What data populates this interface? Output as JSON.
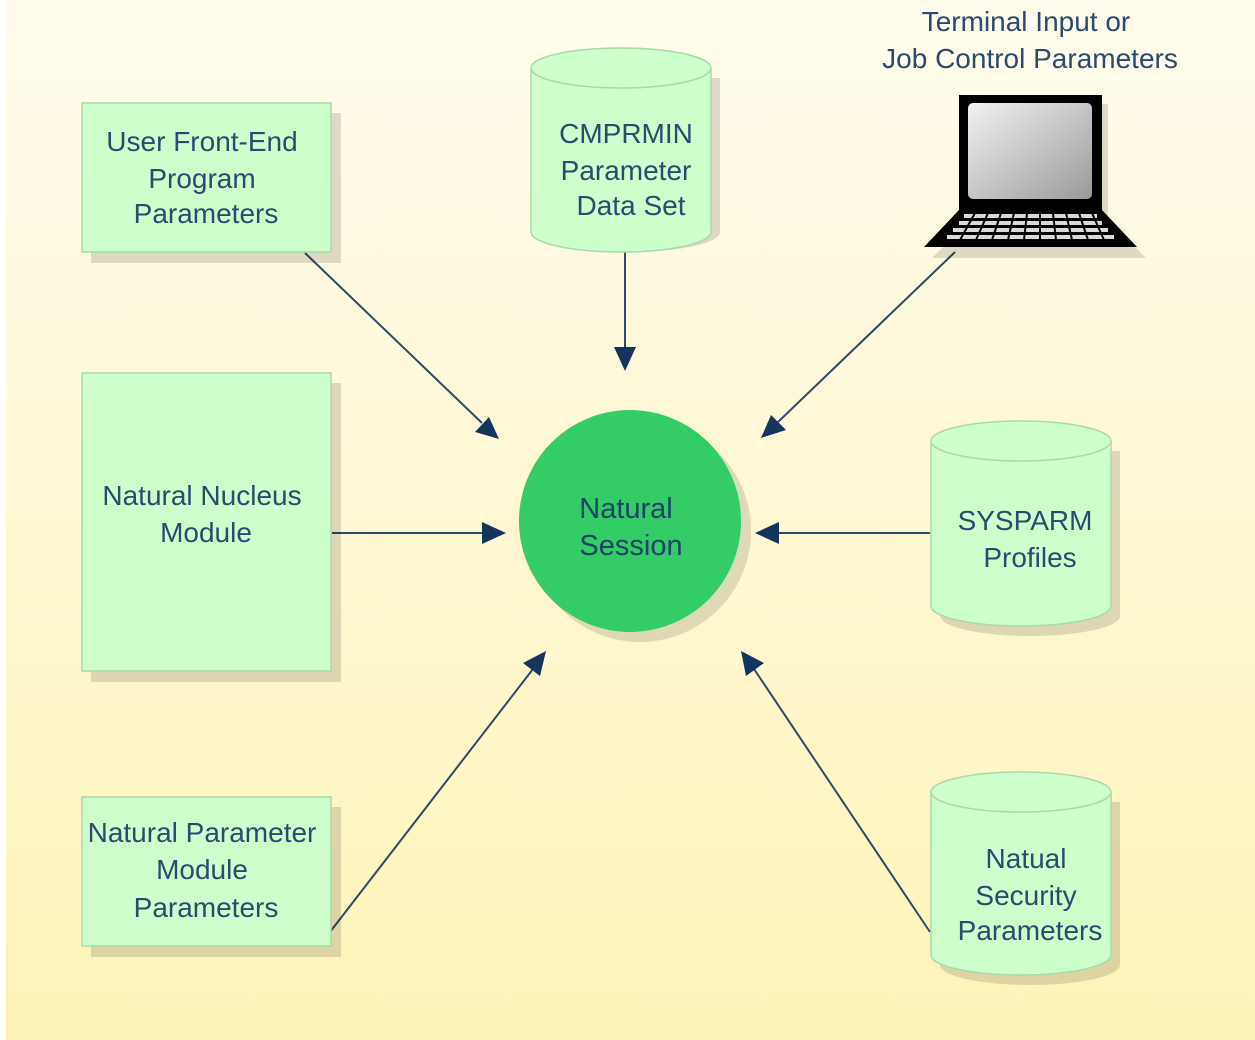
{
  "colors": {
    "background_top": "#fffcee",
    "background_bottom": "#fdf3b8",
    "node_fill": "#ccffcc",
    "center_fill": "#33cc66",
    "text": "#2b4a6e",
    "arrow": "#15345c"
  },
  "nodes": {
    "user_front_end": {
      "shape": "rectangle",
      "lines": [
        "User Front-End",
        "Program",
        "Parameters"
      ]
    },
    "cmprmin": {
      "shape": "cylinder",
      "lines": [
        "CMPRMIN",
        "Parameter",
        "Data Set"
      ]
    },
    "terminal": {
      "shape": "terminal-icon",
      "lines": [
        "Terminal Input or",
        "Job Control Parameters"
      ]
    },
    "nucleus": {
      "shape": "rectangle",
      "lines": [
        "Natural Nucleus",
        "Module"
      ]
    },
    "session": {
      "shape": "circle",
      "lines": [
        "Natural",
        "Session"
      ]
    },
    "sysparm": {
      "shape": "cylinder",
      "lines": [
        "SYSPARM",
        "Profiles"
      ]
    },
    "parameter_module": {
      "shape": "rectangle",
      "lines": [
        "Natural Parameter",
        "Module",
        "Parameters"
      ]
    },
    "security": {
      "shape": "cylinder",
      "lines": [
        "Natual",
        "Security",
        "Parameters"
      ]
    }
  },
  "edges": [
    {
      "from": "user_front_end",
      "to": "session"
    },
    {
      "from": "cmprmin",
      "to": "session"
    },
    {
      "from": "terminal",
      "to": "session"
    },
    {
      "from": "nucleus",
      "to": "session"
    },
    {
      "from": "sysparm",
      "to": "session"
    },
    {
      "from": "parameter_module",
      "to": "session"
    },
    {
      "from": "security",
      "to": "session"
    }
  ]
}
